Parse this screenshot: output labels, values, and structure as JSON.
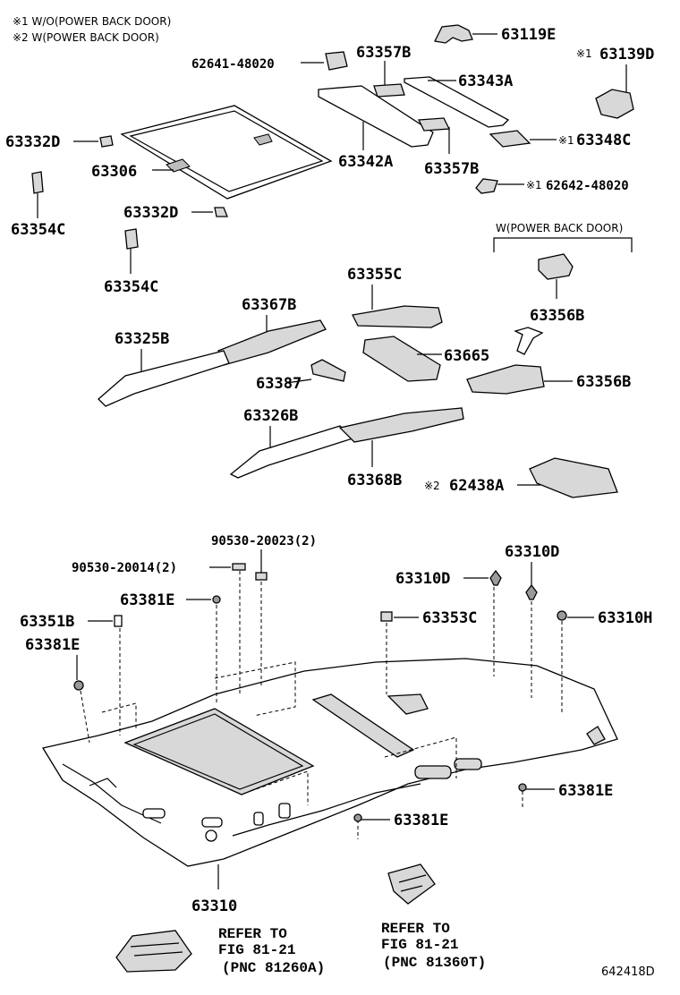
{
  "notes": {
    "note1": "※1 W/O(POWER BACK DOOR)",
    "note2": "※2 W(POWER BACK DOOR)"
  },
  "group_label": "W(POWER BACK DOOR)",
  "parts": {
    "p63119E": "63119E",
    "p62641": "62641-48020",
    "p63357B_top": "63357B",
    "p63343A": "63343A",
    "p63139D": "63139D",
    "p63139D_mark": "※1",
    "p63332D_1": "63332D",
    "p63306": "63306",
    "p63342A": "63342A",
    "p63357B_bot": "63357B",
    "p63348C": "63348C",
    "p63348C_mark": "※1",
    "p62642": "62642-48020",
    "p62642_mark": "※1",
    "p63354C_1": "63354C",
    "p63332D_2": "63332D",
    "p63354C_2": "63354C",
    "p63355C": "63355C",
    "p63356B_1": "63356B",
    "p63367B": "63367B",
    "p63325B": "63325B",
    "p63665": "63665",
    "p63387": "63387",
    "p63356B_2": "63356B",
    "p63326B": "63326B",
    "p63368B": "63368B",
    "p62438A": "62438A",
    "p62438A_mark": "※2",
    "p90530_20023": "90530-20023(2)",
    "p90530_20014": "90530-20014(2)",
    "p63310D_top": "63310D",
    "p63310D": "63310D",
    "p63381E_1": "63381E",
    "p63351B": "63351B",
    "p63353C": "63353C",
    "p63310H": "63310H",
    "p63381E_2": "63381E",
    "p63381E_3": "63381E",
    "p63381E_4": "63381E",
    "p63310": "63310"
  },
  "refs": {
    "left": {
      "line1": "REFER TO",
      "line2": "FIG 81-21",
      "line3": "(PNC 81260A)"
    },
    "right": {
      "line1": "REFER TO",
      "line2": "FIG 81-21",
      "line3": "(PNC 81360T)"
    }
  },
  "figure_id": "642418D"
}
